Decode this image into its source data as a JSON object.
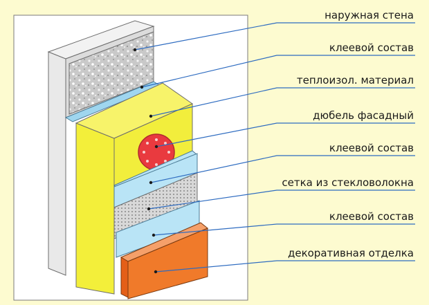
{
  "diagram": {
    "labels": [
      {
        "id": "outer-wall",
        "text": "наружная стена"
      },
      {
        "id": "adhesive-1",
        "text": "клеевой состав"
      },
      {
        "id": "insulation",
        "text": "теплоизол. материал"
      },
      {
        "id": "facade-dowel",
        "text": "дюбель фасадный"
      },
      {
        "id": "adhesive-2",
        "text": "клеевой состав"
      },
      {
        "id": "fiberglass-mesh",
        "text": "сетка из стекловолокна"
      },
      {
        "id": "adhesive-3",
        "text": "клеевой состав"
      },
      {
        "id": "decorative-finish",
        "text": "декоративная отделка"
      }
    ]
  },
  "colors": {
    "background": "#fdfbd0",
    "panel": "#ffffff",
    "insulation": "#f3ef3a",
    "adhesive": "#b9e4f6",
    "dowel": "#e93a3f",
    "finish": "#f07a2a",
    "leader": "#2d6bc0"
  }
}
